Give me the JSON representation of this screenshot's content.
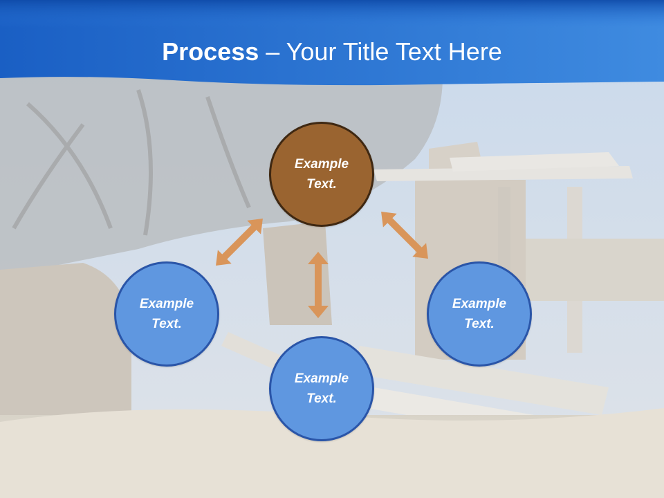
{
  "title": {
    "bold": "Process",
    "rest": " – Your Title Text Here"
  },
  "nodes": [
    {
      "label_line1": "Example",
      "label_line2": "Text."
    },
    {
      "label_line1": "Example",
      "label_line2": "Text."
    },
    {
      "label_line1": "Example",
      "label_line2": "Text."
    },
    {
      "label_line1": "Example",
      "label_line2": "Text."
    }
  ],
  "colors": {
    "header_blue": "#1f6fd6",
    "center_circle": "#9a6430",
    "center_border": "#3f2812",
    "outer_circle": "#5f97e0",
    "outer_border": "#2a55a8",
    "arrow": "#d9955a"
  },
  "background_image": "faded photo of ruined adobe house and dry grass under blue sky"
}
